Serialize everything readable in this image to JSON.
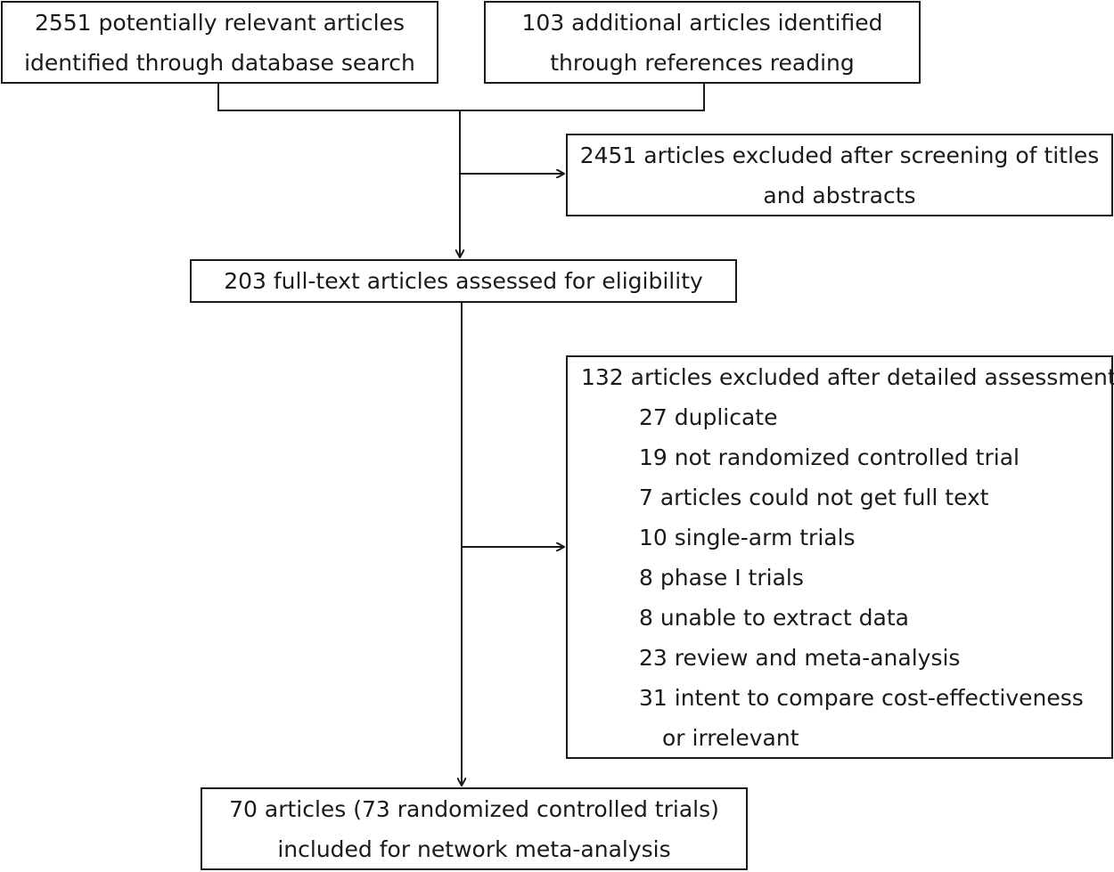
{
  "boxes": {
    "database_search": {
      "line1": "2551 potentially relevant articles",
      "line2": "identified through database search"
    },
    "references_reading": {
      "line1": "103 additional articles identified",
      "line2": "through references reading"
    },
    "screening_excluded": {
      "line1": "2451 articles excluded after screening of titles",
      "line2": "and abstracts"
    },
    "full_text_assessed": {
      "line1": "203 full-text articles assessed for eligibility"
    },
    "detailed_excluded": {
      "header": "132 articles excluded after detailed assessment",
      "items": [
        "27 duplicate",
        "19 not randomized controlled trial",
        "7 articles could not get full text",
        "10 single-arm trials",
        "8 phase I trials",
        "8 unable to extract data",
        "23 review and meta-analysis",
        "31 intent to compare cost-effectiveness"
      ],
      "continuation": "or irrelevant"
    },
    "included": {
      "line1": "70 articles (73 randomized controlled trials)",
      "line2": "included for network meta-analysis"
    }
  }
}
